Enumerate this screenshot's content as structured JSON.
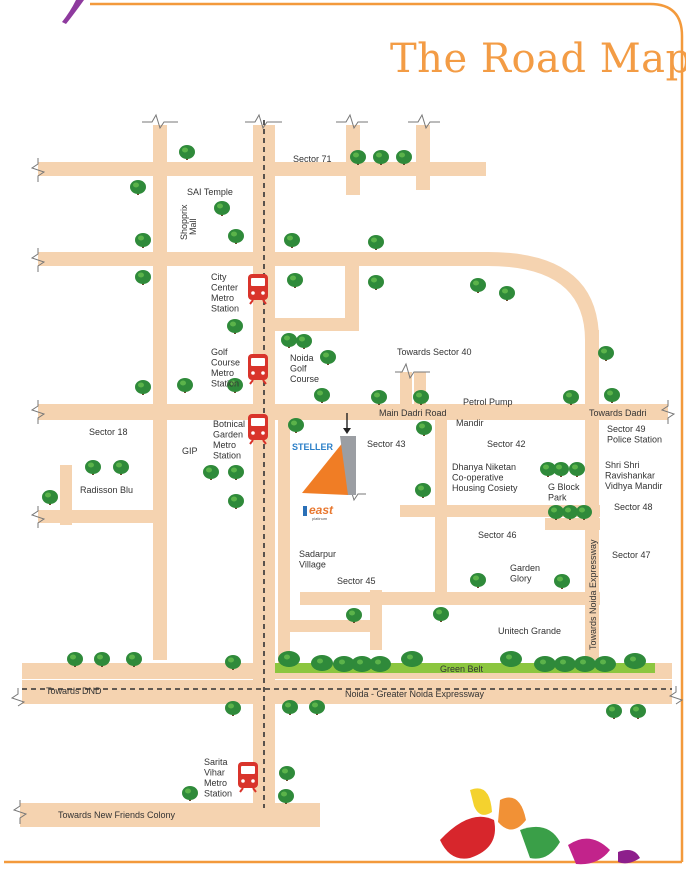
{
  "title": "The Road Map",
  "colors": {
    "road": "#f5d3b0",
    "frame": "#f39a3c",
    "tree": "#2f8a3a",
    "metro": "#d9342b",
    "title": "#f39c45"
  },
  "labels": {
    "sector71": "Sector 71",
    "sai_temple": "SAI Temple",
    "shopprix_mall": "Shopprix\nMall",
    "city_center_metro": "City\nCenter\nMetro\nStation",
    "golf_course_metro": "Golf\nCourse\nMetro\nStation",
    "noida_golf_course": "Noida\nGolf\nCourse",
    "towards_sector40": "Towards Sector 40",
    "petrol_pump": "Petrol Pump",
    "main_dadri_road": "Main Dadri Road",
    "mandir": "Mandir",
    "towards_dadri": "Towards Dadri",
    "sector49": "Sector 49\nPolice Station",
    "sector18": "Sector 18",
    "gip": "GIP",
    "botnical_metro": "Botnical\nGarden\nMetro\nStation",
    "steller": "STELLER",
    "sector43": "Sector 43",
    "sector42": "Sector 42",
    "dhanya_niketan": "Dhanya Niketan\nCo-operative\nHousing Cosiety",
    "g_block_park": "G Block\nPark",
    "shri_shri": "Shri Shri\nRavishankar\nVidhya Mandir",
    "radisson_blu": "Radisson Blu",
    "sector48": "Sector 48",
    "sector46": "Sector 46",
    "sector47": "Sector 47",
    "towards_noida_expressway": "Towards Noida Expressway",
    "sadarpur_village": "Sadarpur\nVillage",
    "garden_glory": "Garden\nGlory",
    "sector45": "Sector 45",
    "unitech_grande": "Unitech Grande",
    "green_belt": "Green Belt",
    "towards_dnd": "Towards DND",
    "noida_greater_noida_expressway": "Noida  - Greater Noida Expressway",
    "sarita_vihar_metro": "Sarita\nVihar\nMetro\nStation",
    "towards_new_friends_colony": "Towards New Friends Colony",
    "brand_logo": "east",
    "brand_sub": "platinum"
  }
}
